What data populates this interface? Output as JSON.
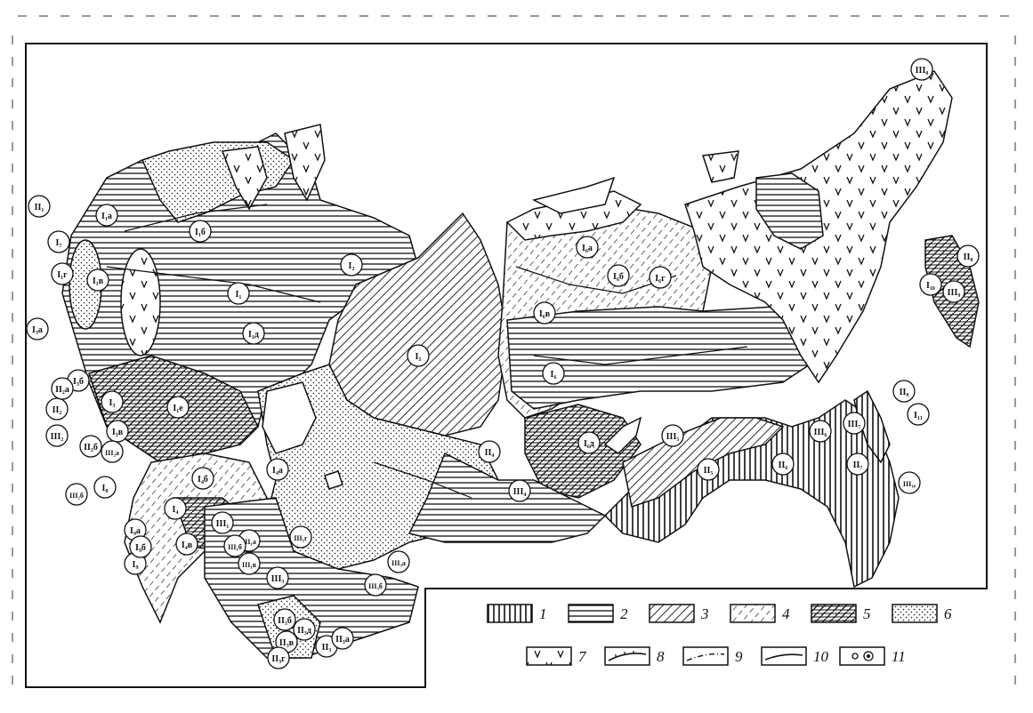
{
  "map": {
    "regions": [
      {
        "label": "I₁"
      },
      {
        "label": "I₁а"
      },
      {
        "label": "I₁б"
      },
      {
        "label": "I₁в"
      },
      {
        "label": "I₁г"
      },
      {
        "label": "I₁д"
      },
      {
        "label": "I₁е"
      },
      {
        "label": "I₂"
      },
      {
        "label": "I₃"
      },
      {
        "label": "I₃а"
      },
      {
        "label": "I₃б"
      },
      {
        "label": "I₃в"
      },
      {
        "label": "I₄"
      },
      {
        "label": "I₄а"
      },
      {
        "label": "I₄б"
      },
      {
        "label": "I₄в"
      },
      {
        "label": "I₅"
      },
      {
        "label": "I₆"
      },
      {
        "label": "I₆а"
      },
      {
        "label": "I₆б"
      },
      {
        "label": "I₆в"
      },
      {
        "label": "I₆г"
      },
      {
        "label": "I₆д"
      },
      {
        "label": "I₇"
      },
      {
        "label": "I₈"
      },
      {
        "label": "I₉"
      },
      {
        "label": "I₉а"
      },
      {
        "label": "I₉б"
      },
      {
        "label": "I₁₀"
      },
      {
        "label": "I₁₁"
      },
      {
        "label": "II₁"
      },
      {
        "label": "II₂"
      },
      {
        "label": "II₂а"
      },
      {
        "label": "II₂б"
      },
      {
        "label": "II₃"
      },
      {
        "label": "II₃а"
      },
      {
        "label": "II₃б"
      },
      {
        "label": "II₃в"
      },
      {
        "label": "II₃г"
      },
      {
        "label": "II₃д"
      },
      {
        "label": "II₄"
      },
      {
        "label": "II₅"
      },
      {
        "label": "II₆"
      },
      {
        "label": "II₇"
      },
      {
        "label": "II₈"
      },
      {
        "label": "II₉"
      },
      {
        "label": "III₁"
      },
      {
        "label": "III₁а"
      },
      {
        "label": "III₁б"
      },
      {
        "label": "III₁в"
      },
      {
        "label": "III₁г"
      },
      {
        "label": "III₂"
      },
      {
        "label": "III₂а"
      },
      {
        "label": "III₂б"
      },
      {
        "label": "III₃"
      },
      {
        "label": "III₃а"
      },
      {
        "label": "III₃б"
      },
      {
        "label": "III₄"
      },
      {
        "label": "III₅"
      },
      {
        "label": "III₆"
      },
      {
        "label": "III₇"
      },
      {
        "label": "III₈"
      },
      {
        "label": "III₉"
      },
      {
        "label": "III₁₀"
      }
    ]
  },
  "legend": {
    "items": [
      {
        "num": "1",
        "pattern": "vertical-lines"
      },
      {
        "num": "2",
        "pattern": "horizontal-lines"
      },
      {
        "num": "3",
        "pattern": "diagonal-lines"
      },
      {
        "num": "4",
        "pattern": "dashed-diagonal-lines"
      },
      {
        "num": "5",
        "pattern": "diagonal-over-horizontal-lines"
      },
      {
        "num": "6",
        "pattern": "dots"
      },
      {
        "num": "7",
        "pattern": "v-marks"
      },
      {
        "num": "8",
        "pattern": "hatched-boundary-line"
      },
      {
        "num": "9",
        "pattern": "dash-dot-line"
      },
      {
        "num": "10",
        "pattern": "solid-line"
      },
      {
        "num": "11",
        "pattern": "circle-symbols"
      }
    ]
  }
}
